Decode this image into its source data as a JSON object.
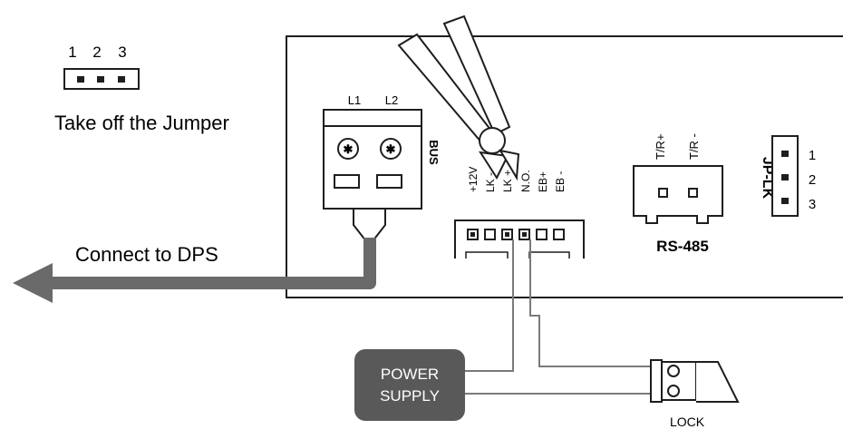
{
  "jumper": {
    "numbers": [
      "1",
      "2",
      "3"
    ],
    "caption": "Take off the Jumper"
  },
  "bus_block": {
    "l1": "L1",
    "l2": "L2",
    "bus": "BUS"
  },
  "connect_label": "Connect to DPS",
  "terminal_labels": [
    "+12V",
    "LK -",
    "LK +",
    "N.O.",
    "EB+",
    "EB -"
  ],
  "rs485": {
    "title": "RS-485",
    "pin_plus": "T/R+",
    "pin_minus": "T/R -"
  },
  "jp_lk": {
    "title": "JP-LK",
    "numbers": [
      "1",
      "2",
      "3"
    ]
  },
  "power_supply": {
    "line1": "POWER",
    "line2": "SUPPLY",
    "fill": "#595959"
  },
  "lock_label": "LOCK",
  "colors": {
    "line": "#1e1e1e",
    "arrow": "#6a6a6a",
    "wire": "#7a7a7a",
    "board_fill": "#ffffff"
  }
}
